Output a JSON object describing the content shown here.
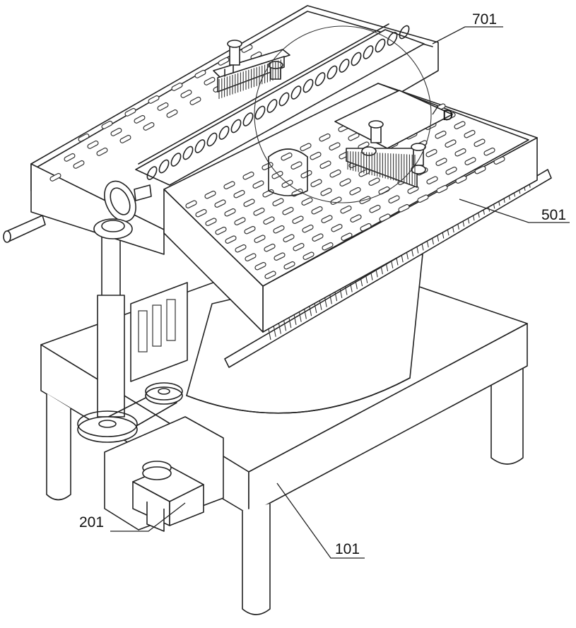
{
  "figure": {
    "callouts": [
      {
        "id": "701",
        "text": "701"
      },
      {
        "id": "D",
        "text": "D"
      },
      {
        "id": "501",
        "text": "501"
      },
      {
        "id": "201",
        "text": "201"
      },
      {
        "id": "101",
        "text": "101"
      }
    ]
  }
}
